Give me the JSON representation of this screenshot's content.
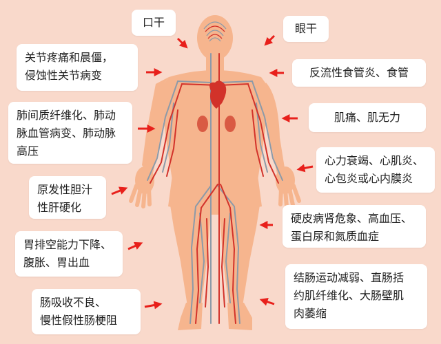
{
  "colors": {
    "background": "#f9d9cb",
    "body": "#f6b58e",
    "vein": "#8c9aa8",
    "artery": "#d2322a",
    "arrow": "#e8201b",
    "label_bg": "#ffffff"
  },
  "labels": {
    "mouth": "口干",
    "eyes": "眼干",
    "joints": "关节疼痛和晨僵，\n侵蚀性关节病变",
    "esophagus": "反流性食管炎、食管",
    "lungs": "肺间质纤维化、肺动\n脉血管病变、肺动脉\n高压",
    "muscles": "肌痛、肌无力",
    "heart": "心力衰竭、心肌炎、\n心包炎或心内膜炎",
    "liver": "原发性胆汁\n性肝硬化",
    "kidney": "硬皮病肾危象、高血压、\n蛋白尿和氮质血症",
    "stomach": "胃排空能力下降、\n腹胀、胃出血",
    "colon": "结肠运动减弱、直肠括\n约肌纤维化、大肠壁肌\n肉萎缩",
    "intestine": "肠吸收不良、\n慢性假性肠梗阻"
  }
}
